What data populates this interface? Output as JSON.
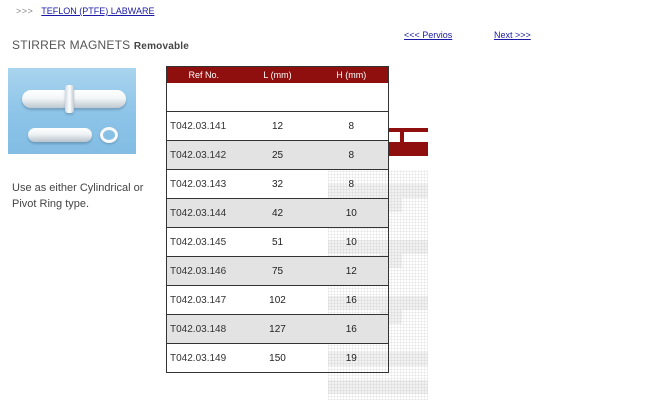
{
  "breadcrumb": {
    "arrows": ">>>",
    "link": "TEFLON (PTFE) LABWARE"
  },
  "title": {
    "main": "STIRRER MAGNETS",
    "sub": "Removable"
  },
  "nav": {
    "prev": "<<< Pervios",
    "next": "Next >>>"
  },
  "description": "Use as either Cylindrical or Pivot Ring type.",
  "table": {
    "headers": [
      "Ref No.",
      "L (mm)",
      "H (mm)"
    ],
    "rows": [
      [
        "T042.03.141",
        "12",
        "8"
      ],
      [
        "T042.03.142",
        "25",
        "8"
      ],
      [
        "T042.03.143",
        "32",
        "8"
      ],
      [
        "T042.03.144",
        "42",
        "10"
      ],
      [
        "T042.03.145",
        "51",
        "10"
      ],
      [
        "T042.03.146",
        "75",
        "12"
      ],
      [
        "T042.03.147",
        "102",
        "16"
      ],
      [
        "T042.03.148",
        "127",
        "16"
      ],
      [
        "T042.03.149",
        "150",
        "19"
      ]
    ]
  },
  "colors": {
    "header_bg": "#8f0e0e",
    "link": "#1a1aa6",
    "shaded_row": "#e3e3e3"
  }
}
